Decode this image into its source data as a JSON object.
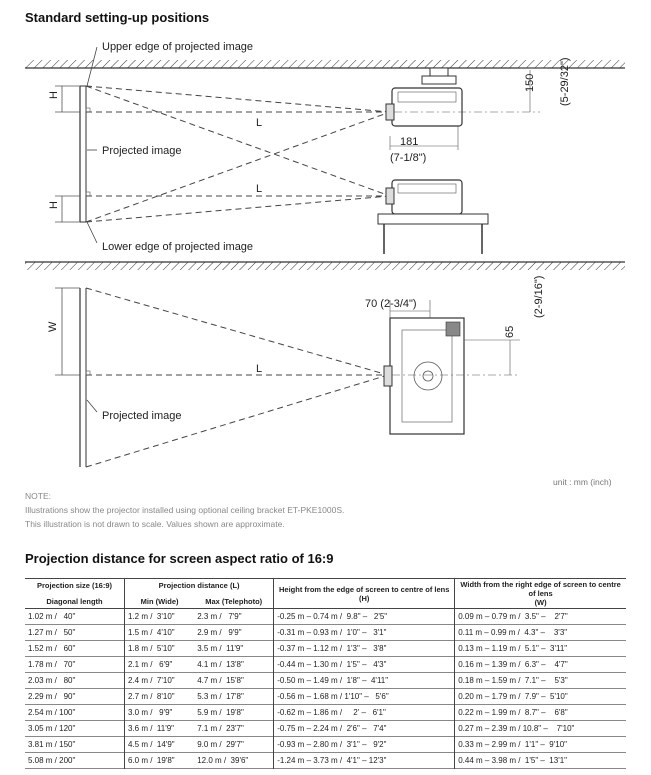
{
  "heading1": "Standard setting-up positions",
  "labels": {
    "upper_edge": "Upper edge of projected image",
    "projected1": "Projected image",
    "lower_edge": "Lower edge of projected image",
    "projected2": "Projected image",
    "H": "H",
    "L": "L",
    "W": "W",
    "d150": "150",
    "d150_in": "(5-29/32\")",
    "d181": "181",
    "d181_in": "(7-1/8\")",
    "d70": "70 (2-3/4\")",
    "d65": "65",
    "d65_in": "(2-9/16\")"
  },
  "unit": "unit : mm (inch)",
  "note": {
    "title": "NOTE:",
    "line1": "Illustrations show the projector installed using optional ceiling bracket ET-PKE1000S.",
    "line2": "This illustration is not drawn to scale. Values shown are approximate."
  },
  "heading2": "Projection distance for screen aspect ratio of 16:9",
  "table": {
    "h_size": "Projection size (16:9)",
    "h_dist": "Projection distance (L)",
    "h_height": "Height from the edge of screen to centre of lens",
    "h_height_sub": "(H)",
    "h_width": "Width from the right edge of screen to centre of lens",
    "h_width_sub": "(W)",
    "h_diag": "Diagonal length",
    "h_min": "Min (Wide)",
    "h_max": "Max (Telephoto)",
    "rows": [
      [
        "1.02 m /   40\"",
        "1.2 m /  3'10\"",
        "2.3 m /   7'9\"",
        "-0.25 m – 0.74 m /  9.8\" –   2'5\"",
        "0.09 m – 0.79 m /  3.5\" –    2'7\""
      ],
      [
        "1.27 m /   50\"",
        "1.5 m /  4'10\"",
        "2.9 m /   9'9\"",
        "-0.31 m – 0.93 m /  1'0\" –   3'1\"",
        "0.11 m – 0.99 m /  4.3\" –    3'3\""
      ],
      [
        "1.52 m /   60\"",
        "1.8 m /  5'10\"",
        "3.5 m /  11'9\"",
        "-0.37 m – 1.12 m /  1'3\" –   3'8\"",
        "0.13 m – 1.19 m /  5.1\" –  3'11\""
      ],
      [
        "1.78 m /   70\"",
        "2.1 m /   6'9\"",
        "4.1 m /  13'8\"",
        "-0.44 m – 1.30 m /  1'5\" –   4'3\"",
        "0.16 m – 1.39 m /  6.3\" –    4'7\""
      ],
      [
        "2.03 m /   80\"",
        "2.4 m /  7'10\"",
        "4.7 m /  15'8\"",
        "-0.50 m – 1.49 m /  1'8\" –  4'11\"",
        "0.18 m – 1.59 m /  7.1\" –    5'3\""
      ],
      [
        "2.29 m /   90\"",
        "2.7 m /  8'10\"",
        "5.3 m /  17'8\"",
        "-0.56 m – 1.68 m / 1'10\" –   5'6\"",
        "0.20 m – 1.79 m /  7.9\" –  5'10\""
      ],
      [
        "2.54 m / 100\"",
        "3.0 m /   9'9\"",
        "5.9 m /  19'8\"",
        "-0.62 m – 1.86 m /     2' –   6'1\"",
        "0.22 m – 1.99 m /  8.7\" –    6'8\""
      ],
      [
        "3.05 m / 120\"",
        "3.6 m /  11'9\"",
        "7.1 m /  23'7\"",
        "-0.75 m – 2.24 m /  2'6\" –   7'4\"",
        "0.27 m – 2.39 m / 10.8\" –    7'10\""
      ],
      [
        "3.81 m / 150\"",
        "4.5 m /  14'9\"",
        "9.0 m /  29'7\"",
        "-0.93 m – 2.80 m /  3'1\" –   9'2\"",
        "0.33 m – 2.99 m /  1'1\" –  9'10\""
      ],
      [
        "5.08 m / 200\"",
        "6.0 m /  19'8\"",
        "12.0 m /  39'6\"",
        "-1.24 m – 3.73 m /  4'1\" – 12'3\"",
        "0.44 m – 3.98 m /  1'5\" –  13'1\""
      ]
    ]
  }
}
